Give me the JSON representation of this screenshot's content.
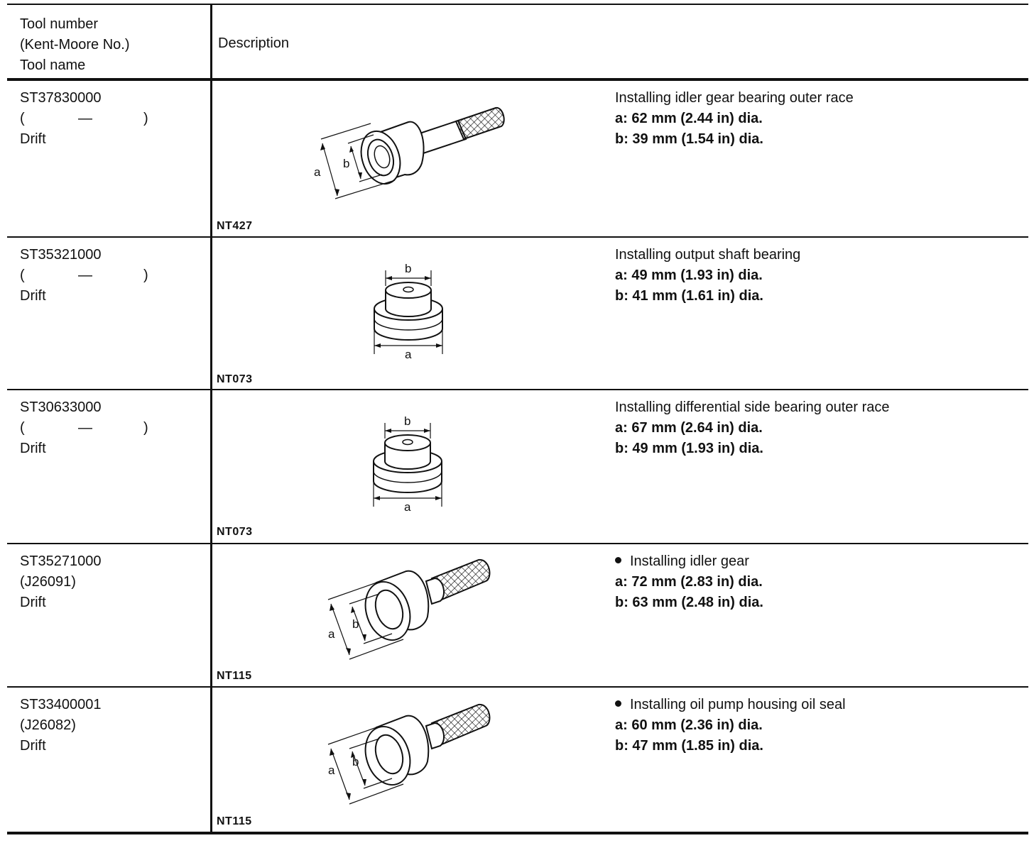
{
  "header": {
    "col1_line1": "Tool number",
    "col1_line2": "(Kent-Moore No.)",
    "col1_line3": "Tool name",
    "col2": "Description"
  },
  "tools": [
    {
      "number": "ST37830000",
      "km_open": "(",
      "km_value": "—",
      "km_close": ")",
      "name": "Drift",
      "code": "NT427",
      "bullet": false,
      "purpose": "Installing idler gear bearing outer race",
      "spec_a": "a: 62 mm (2.44 in) dia.",
      "spec_b": "b: 39 mm (1.54 in) dia.",
      "label_a": "a",
      "label_b": "b"
    },
    {
      "number": "ST35321000",
      "km_open": "(",
      "km_value": "—",
      "km_close": ")",
      "name": "Drift",
      "code": "NT073",
      "bullet": false,
      "purpose": "Installing output shaft bearing",
      "spec_a": "a: 49 mm (1.93 in) dia.",
      "spec_b": "b: 41 mm (1.61 in) dia.",
      "label_a": "a",
      "label_b": "b"
    },
    {
      "number": "ST30633000",
      "km_open": "(",
      "km_value": "—",
      "km_close": ")",
      "name": "Drift",
      "code": "NT073",
      "bullet": false,
      "purpose": "Installing differential side bearing outer race",
      "spec_a": "a: 67 mm (2.64 in) dia.",
      "spec_b": "b: 49 mm (1.93 in) dia.",
      "label_a": "a",
      "label_b": "b"
    },
    {
      "number": "ST35271000",
      "km_open": "(J26091)",
      "km_value": "",
      "km_close": "",
      "name": "Drift",
      "code": "NT115",
      "bullet": true,
      "purpose": "Installing idler gear",
      "spec_a": "a: 72 mm (2.83 in) dia.",
      "spec_b": "b: 63 mm (2.48 in) dia.",
      "label_a": "a",
      "label_b": "b"
    },
    {
      "number": "ST33400001",
      "km_open": "(J26082)",
      "km_value": "",
      "km_close": "",
      "name": "Drift",
      "code": "NT115",
      "bullet": true,
      "purpose": "Installing oil pump housing oil seal",
      "spec_a": "a: 60 mm (2.36 in) dia.",
      "spec_b": "b: 47 mm (1.85 in) dia.",
      "label_a": "a",
      "label_b": "b"
    }
  ]
}
